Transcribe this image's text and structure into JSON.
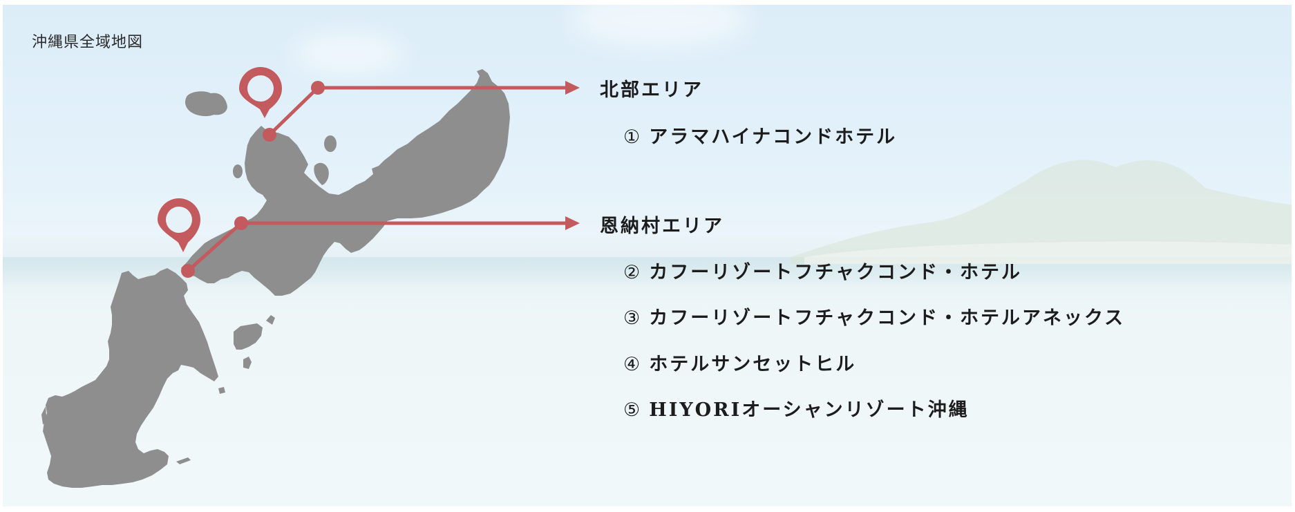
{
  "title": "沖縄県全域地図",
  "colors": {
    "pin": "#c25a5e",
    "island": "#8e8e8e",
    "text": "#1c1c1c"
  },
  "areas": [
    {
      "label": "北部エリア",
      "pin_icon": "map-pin-icon",
      "hotels": [
        {
          "number": "①",
          "name": "アラマハイナコンドホテル"
        }
      ]
    },
    {
      "label": "恩納村エリア",
      "pin_icon": "map-pin-icon",
      "hotels": [
        {
          "number": "②",
          "name": "カフーリゾートフチャクコンド・ホテル"
        },
        {
          "number": "③",
          "name": "カフーリゾートフチャクコンド・ホテルアネックス"
        },
        {
          "number": "④",
          "name": "ホテルサンセットヒル"
        },
        {
          "number": "⑤",
          "name": "HIYORIオーシャンリゾート沖縄"
        }
      ]
    }
  ]
}
